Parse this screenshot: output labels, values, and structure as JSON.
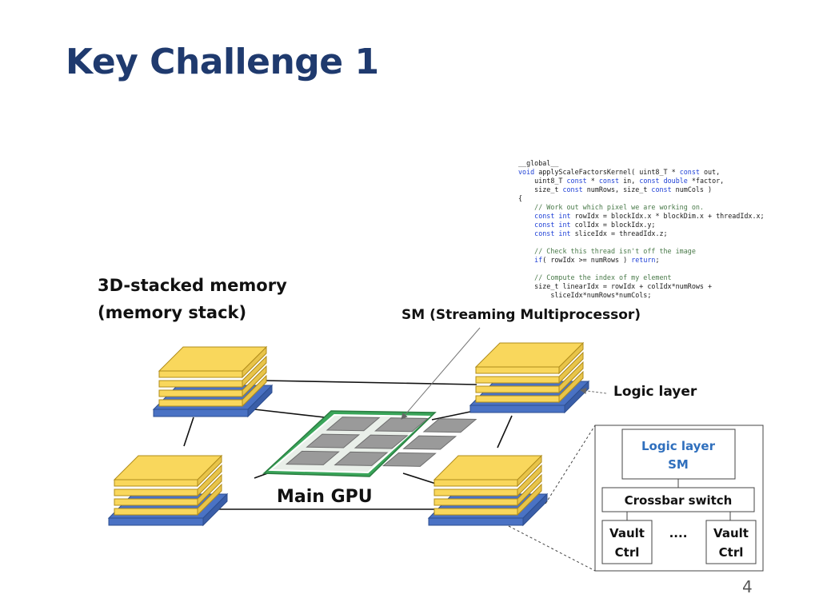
{
  "slide": {
    "title": "Key Challenge 1",
    "page_number": "4"
  },
  "code": {
    "lines": [
      [
        {
          "t": "__global__"
        }
      ],
      [
        {
          "t": "void",
          "k": "kw"
        },
        {
          "t": " applyScaleFactorsKernel( uint8_T * "
        },
        {
          "t": "const",
          "k": "kw"
        },
        {
          "t": " out,"
        }
      ],
      [
        {
          "t": "    uint8_T "
        },
        {
          "t": "const",
          "k": "kw"
        },
        {
          "t": " * "
        },
        {
          "t": "const",
          "k": "kw"
        },
        {
          "t": " in, "
        },
        {
          "t": "const double",
          "k": "kw"
        },
        {
          "t": " *factor,"
        }
      ],
      [
        {
          "t": "    size_t "
        },
        {
          "t": "const",
          "k": "kw"
        },
        {
          "t": " numRows, size_t "
        },
        {
          "t": "const",
          "k": "kw"
        },
        {
          "t": " numCols )"
        }
      ],
      [
        {
          "t": "{"
        }
      ],
      [
        {
          "t": "    // Work out which pixel we are working on.",
          "k": "cm"
        }
      ],
      [
        {
          "t": "    "
        },
        {
          "t": "const int",
          "k": "kw"
        },
        {
          "t": " rowIdx = blockIdx.x * blockDim.x + threadIdx.x;"
        }
      ],
      [
        {
          "t": "    "
        },
        {
          "t": "const int",
          "k": "kw"
        },
        {
          "t": " colIdx = blockIdx.y;"
        }
      ],
      [
        {
          "t": "    "
        },
        {
          "t": "const int",
          "k": "kw"
        },
        {
          "t": " sliceIdx = threadIdx.z;"
        }
      ],
      [
        {
          "t": ""
        }
      ],
      [
        {
          "t": "    // Check this thread isn't off the image",
          "k": "cm"
        }
      ],
      [
        {
          "t": "    "
        },
        {
          "t": "if",
          "k": "kw"
        },
        {
          "t": "( rowIdx >= numRows ) "
        },
        {
          "t": "return",
          "k": "kw"
        },
        {
          "t": ";"
        }
      ],
      [
        {
          "t": ""
        }
      ],
      [
        {
          "t": "    // Compute the index of my element",
          "k": "cm"
        }
      ],
      [
        {
          "t": "    size_t linearIdx = rowIdx + colIdx*numRows +"
        }
      ],
      [
        {
          "t": "        sliceIdx*numRows*numCols;"
        }
      ]
    ]
  },
  "labels": {
    "memory_line1": "3D-stacked memory",
    "memory_line2": "(memory stack)",
    "sm": "SM (Streaming Multiprocessor)",
    "logic_layer": "Logic layer",
    "main_gpu": "Main GPU"
  },
  "detail_box": {
    "logic_layer_line1": "Logic layer",
    "logic_layer_line2": "SM",
    "crossbar": "Crossbar switch",
    "vault_left_line1": "Vault",
    "vault_left_line2": "Ctrl",
    "ellipsis": "....",
    "vault_right_line1": "Vault",
    "vault_right_line2": "Ctrl"
  },
  "colors": {
    "title": "#1f3a6e",
    "dram_layer": "#f9d75c",
    "logic_base": "#4a72c4",
    "gpu_board": "#3aa55a",
    "gpu_tile": "#9a9a9a",
    "detail_sm_text": "#2f6fbd"
  }
}
